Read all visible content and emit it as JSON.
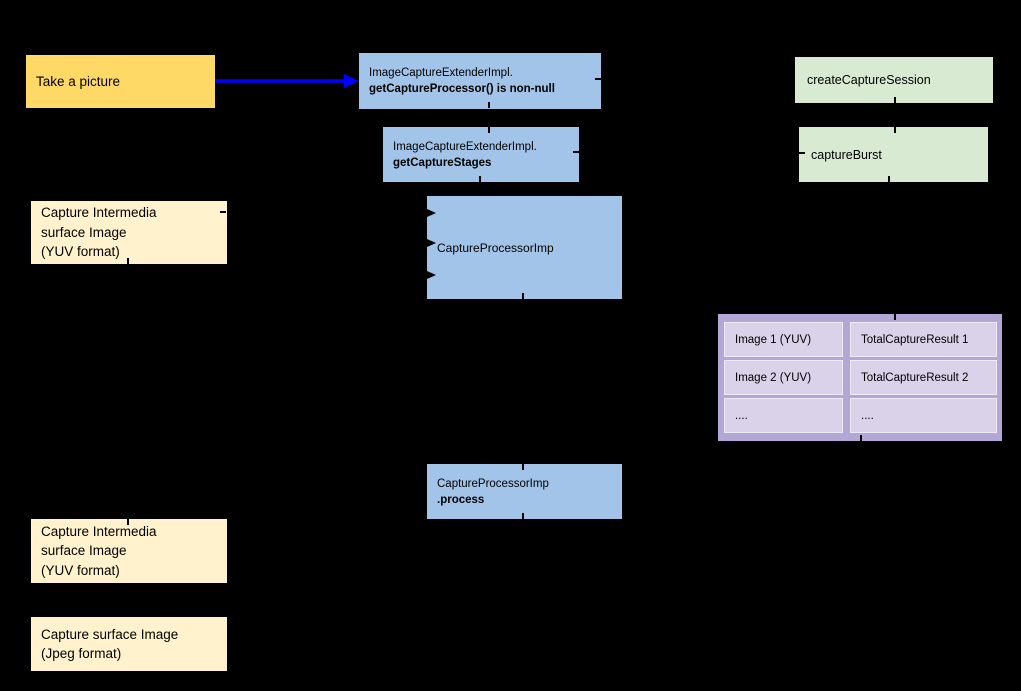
{
  "diagram": {
    "colors": {
      "background": "#000000",
      "action_yellow": "#ffd966",
      "surface_yellow": "#fff2cc",
      "process_blue": "#a2c4e8",
      "camera_green": "#d9ead3",
      "table_purple": "#b4a7d6",
      "table_cell_purple": "#d9d2e9",
      "arrow_blue": "#0000ff",
      "text": "#000000"
    },
    "nodes": {
      "take_picture": {
        "label": "Take a picture"
      },
      "get_capture_processor": {
        "line1": "ImageCaptureExtenderImpl.",
        "line2": "getCaptureProcessor() is non-null"
      },
      "get_capture_stages": {
        "line1": "ImageCaptureExtenderImpl.",
        "line2": "getCaptureStages"
      },
      "create_capture_session": {
        "label": "createCaptureSession"
      },
      "capture_burst": {
        "label": "captureBurst"
      },
      "capture_intermedia_top": {
        "line1": "Capture Intermedia",
        "line2": "surface Image",
        "line3": "(YUV format)"
      },
      "capture_processor_imp": {
        "label": "CaptureProcessorImp"
      },
      "capture_processor_process": {
        "line1": "CaptureProcessorImp",
        "line2": ".process"
      },
      "capture_intermedia_bottom": {
        "line1": "Capture Intermedia",
        "line2": "surface Image",
        "line3": "(YUV format)"
      },
      "capture_surface_jpeg": {
        "line1": "Capture surface Image",
        "line2": "(Jpeg format)"
      }
    },
    "table": {
      "rows": [
        {
          "image": "Image 1 (YUV)",
          "result": "TotalCaptureResult 1"
        },
        {
          "image": "Image 2 (YUV)",
          "result": "TotalCaptureResult 2"
        },
        {
          "image": "....",
          "result": "...."
        }
      ]
    }
  }
}
